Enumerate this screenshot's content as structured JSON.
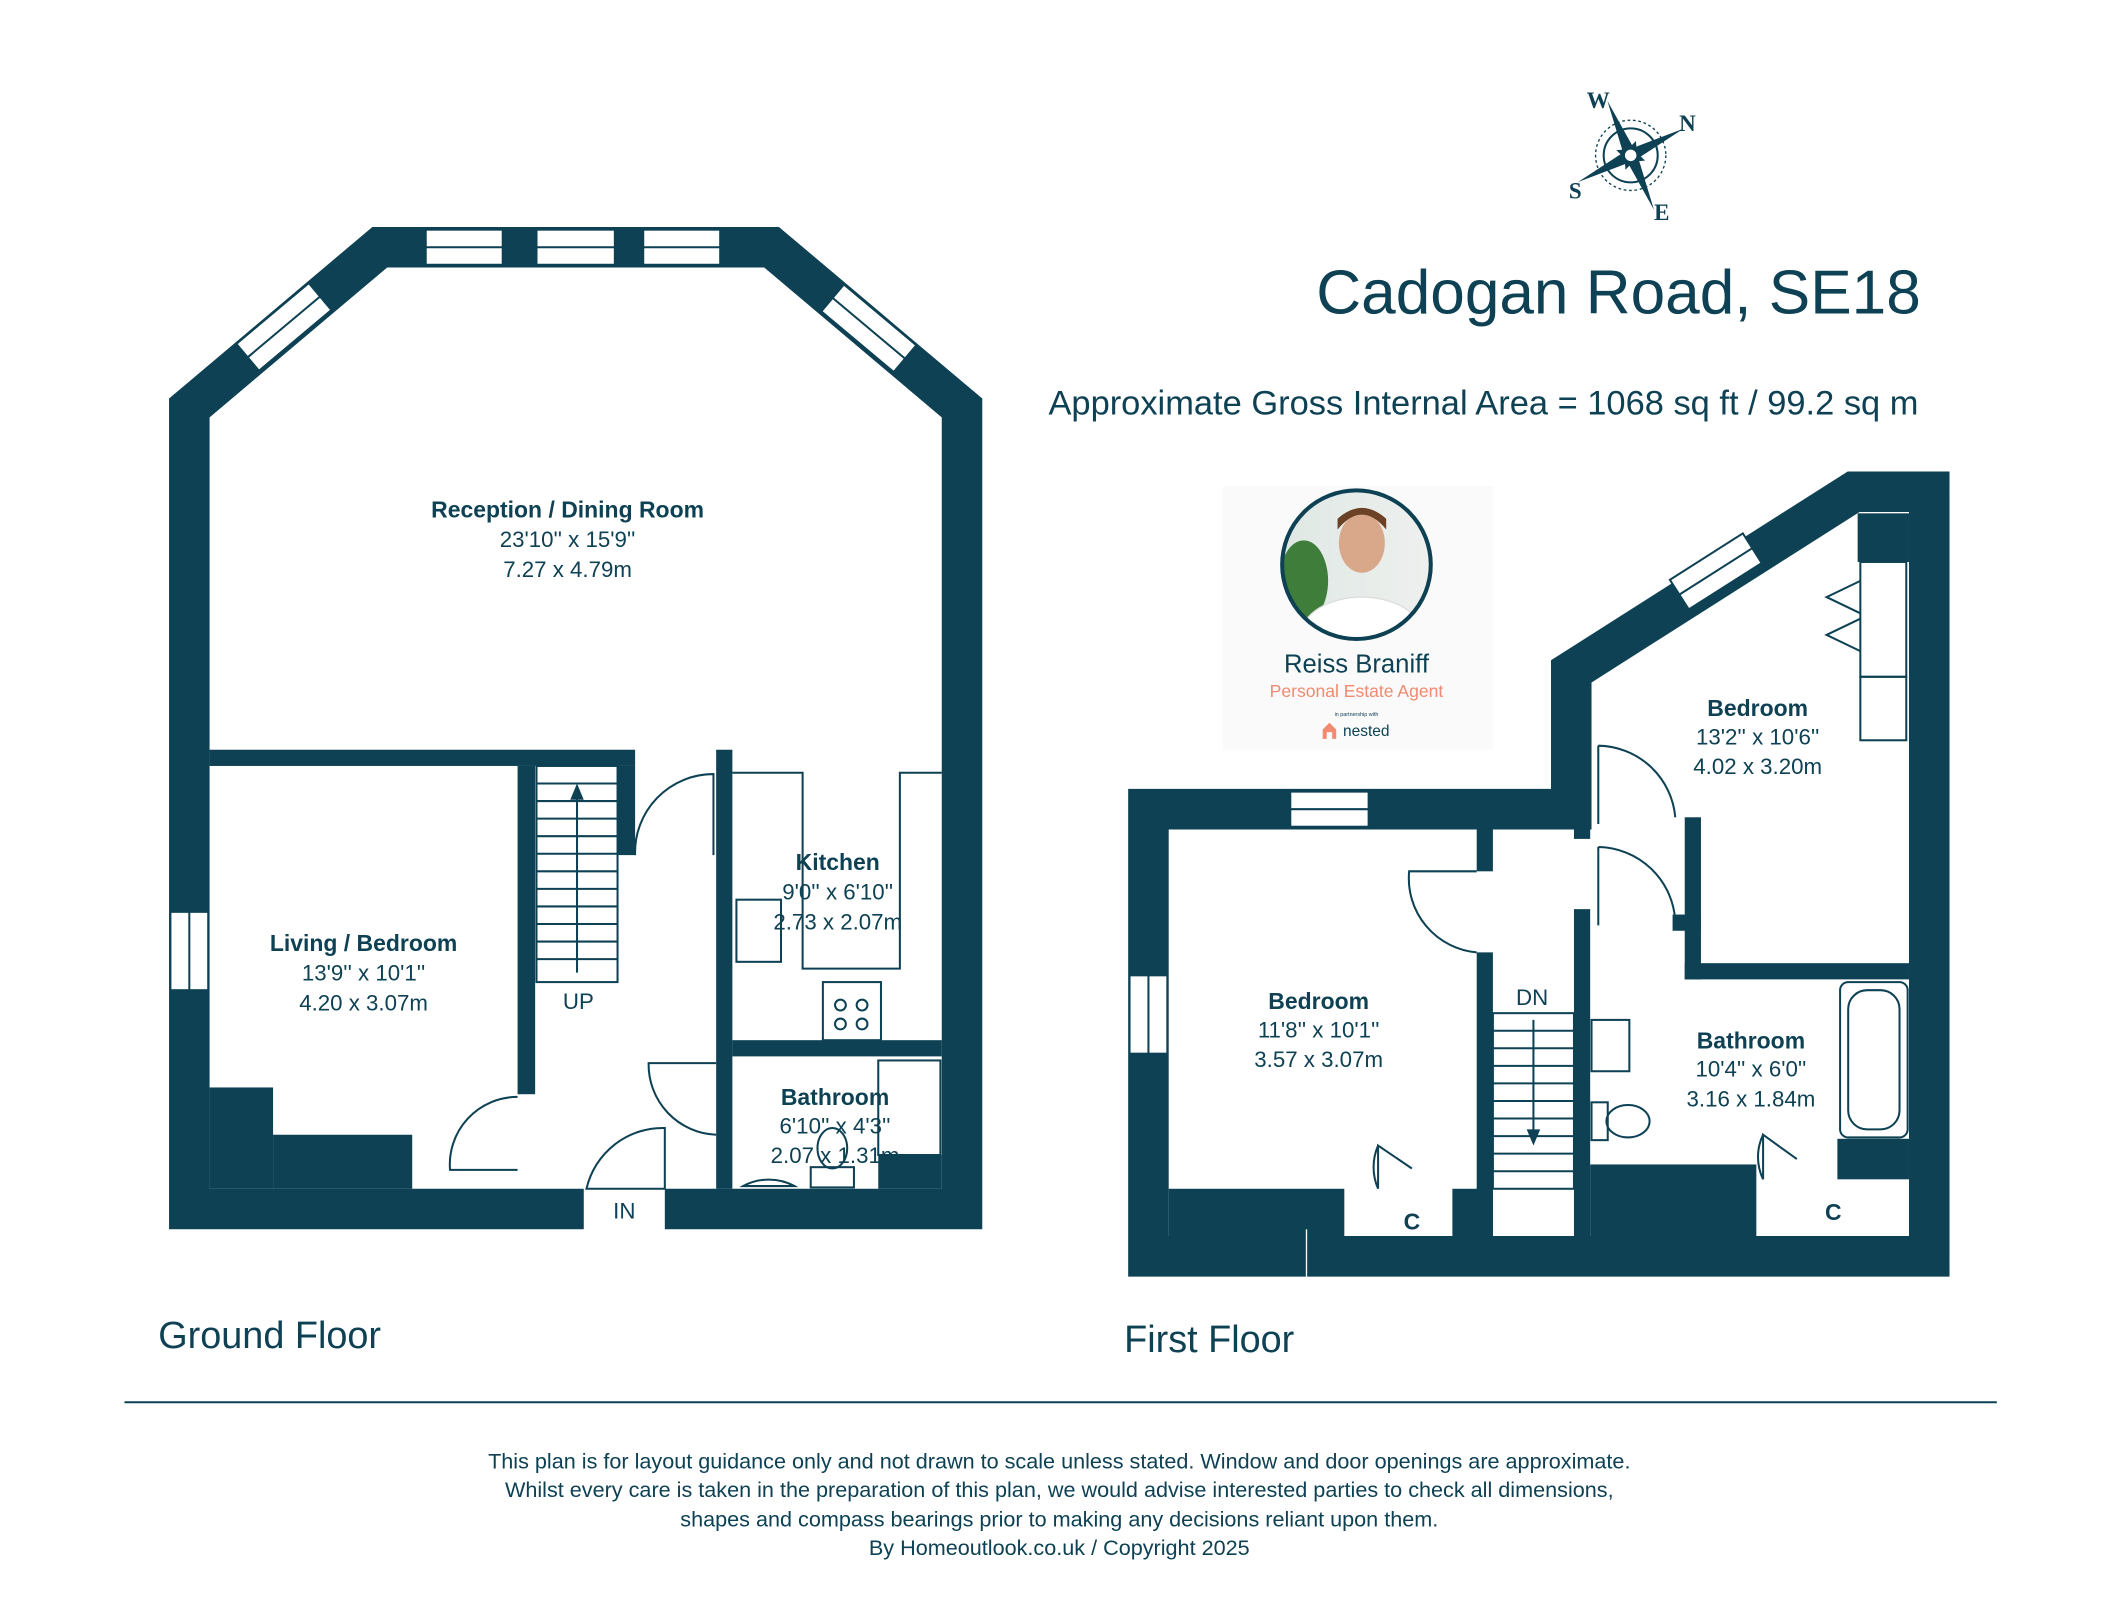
{
  "header": {
    "title": "Cadogan Road, SE18",
    "area": "Approximate Gross Internal Area = 1068 sq ft / 99.2 sq m"
  },
  "compass": {
    "n": "N",
    "e": "E",
    "s": "S",
    "w": "W"
  },
  "agent": {
    "name": "Reiss Braniff",
    "role": "Personal Estate Agent",
    "partnership": "in partnership with",
    "brand": "nested",
    "role_color": "#f08a70"
  },
  "ground_floor": {
    "label": "Ground Floor",
    "rooms": [
      {
        "name": "Reception / Dining Room",
        "imperial": "23'10'' x 15'9''",
        "metric": "7.27 x 4.79m"
      },
      {
        "name": "Living / Bedroom",
        "imperial": "13'9'' x 10'1''",
        "metric": "4.20 x 3.07m"
      },
      {
        "name": "Kitchen",
        "imperial": "9'0'' x 6'10''",
        "metric": "2.73 x 2.07m"
      },
      {
        "name": "Bathroom",
        "imperial": "6'10'' x 4'3''",
        "metric": "2.07 x 1.31m"
      }
    ],
    "stairs": "UP",
    "entrance": "IN"
  },
  "first_floor": {
    "label": "First Floor",
    "rooms": [
      {
        "name": "Bedroom",
        "imperial": "11'8'' x 10'1''",
        "metric": "3.57 x 3.07m"
      },
      {
        "name": "Bedroom",
        "imperial": "13'2'' x 10'6''",
        "metric": "4.02 x 3.20m"
      },
      {
        "name": "Bathroom",
        "imperial": "10'4'' x 6'0''",
        "metric": "3.16 x 1.84m"
      }
    ],
    "stairs": "DN",
    "cupboard_1": "C",
    "cupboard_2": "C"
  },
  "footer": {
    "lines": [
      "This plan is for layout guidance only and not drawn to scale unless stated. Window and door openings are approximate.",
      "Whilst every care is taken in the preparation of this plan, we would advise interested parties to check all dimensions,",
      "shapes and compass bearings prior to making any decisions reliant upon them.",
      "By Homeoutlook.co.uk / Copyright 2025"
    ]
  },
  "colors": {
    "wall": "#0d4153",
    "accent": "#f08a70"
  }
}
